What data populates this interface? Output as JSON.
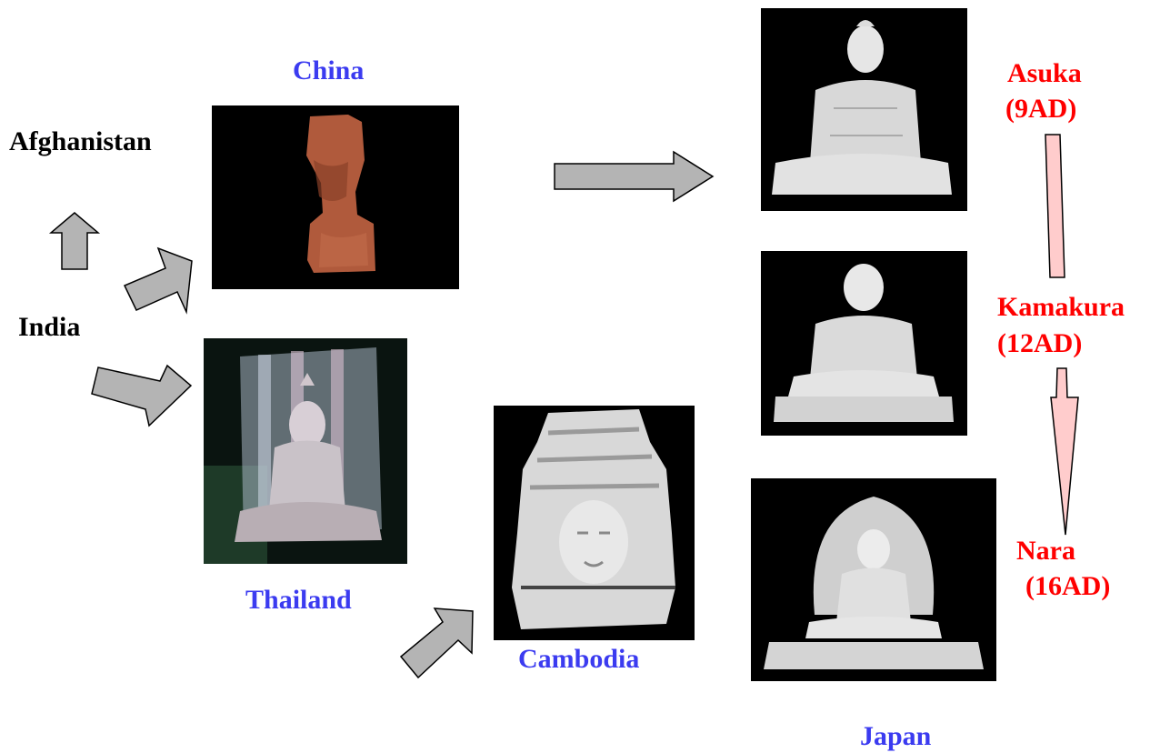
{
  "labels": {
    "afghanistan": "Afghanistan",
    "india": "India",
    "china": "China",
    "thailand": "Thailand",
    "cambodia": "Cambodia",
    "japan": "Japan"
  },
  "periods": {
    "asuka_name": "Asuka",
    "asuka_date": "(9AD)",
    "kamakura_name": "Kamakura",
    "kamakura_date": "(12AD)",
    "nara_name": "Nara",
    "nara_date": "(16AD)"
  },
  "colors": {
    "country_label": "#3b3bf0",
    "origin_label": "#000000",
    "period_label": "#ff0000",
    "gray_arrow": "#b4b4b4",
    "pink_arrow": "#ffcccc"
  }
}
